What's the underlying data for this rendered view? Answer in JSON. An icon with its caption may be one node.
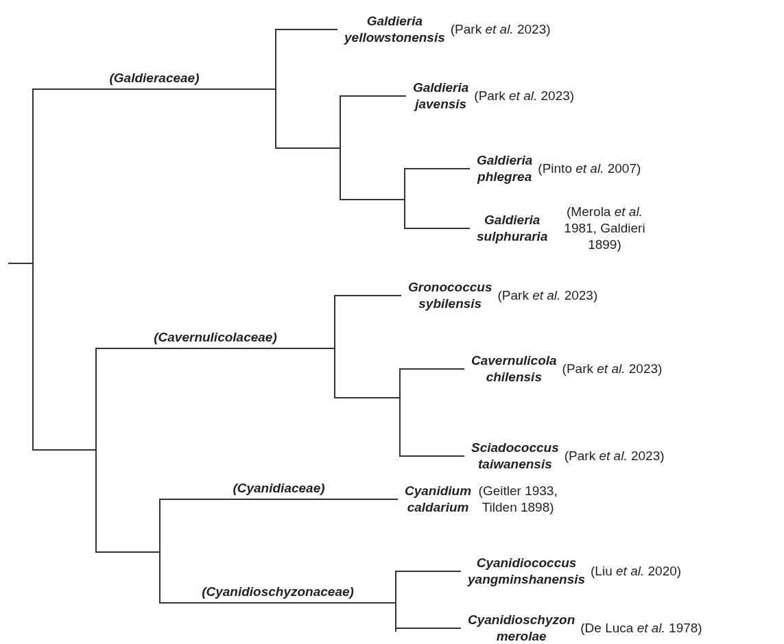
{
  "diagram": {
    "nodes": [
      {
        "text": [],
        "shape": "bar"
      },
      {
        "text": [],
        "shape": "bar"
      },
      {
        "text": [
          "Galdieria yellowstonensis"
        ],
        "beside": [
          "(Park *et al.* 2023)"
        ]
      },
      {
        "text": [],
        "shape": "bar"
      },
      {
        "text": [
          "Galdieria javensis"
        ],
        "beside": [
          "(Park *et al.* 2023)"
        ]
      },
      {
        "text": [],
        "shape": "bar"
      },
      {
        "text": [
          "Galdieria phlegrea"
        ],
        "beside": [
          "(Pinto *et al.* 2007)"
        ]
      },
      {
        "text": [
          "Galdieria sulphuraria"
        ],
        "beside": [
          "(Merola *et al.* 1981, Galdieri 1899)"
        ]
      },
      {
        "text": [],
        "shape": "bar"
      },
      {
        "text": [],
        "shape": "bar"
      },
      {
        "text": [
          "Gronococcus sybilensis"
        ],
        "beside": [
          "(Park *et al.* 2023)"
        ]
      },
      {
        "text": [],
        "shape": "bar"
      },
      {
        "text": [
          "Cavernulicola chilensis"
        ],
        "beside": [
          "(Park *et al.* 2023)"
        ]
      },
      {
        "text": [
          "Sciadococcus taiwanensis"
        ],
        "beside": [
          "(Park *et al.* 2023)"
        ]
      },
      {
        "text": [],
        "shape": "bar"
      },
      {
        "text": [
          "Cyanidium caldarium"
        ],
        "beside": [
          "(Geitler 1933, Tilden 1898)"
        ]
      },
      {
        "text": [],
        "shape": "bar"
      },
      {
        "text": [
          "Cyanidiococcus yangminshanensis"
        ],
        "beside": [
          "(Liu *et al.* 2020)"
        ]
      },
      {
        "text": [
          "Cyanidioschyzon merolae"
        ],
        "beside": [
          "(De Luca *et al.* 1978)"
        ]
      }
    ],
    "edges": [
      {
        "from": null,
        "to": 0,
        "arrow": "none"
      },
      {
        "from": 0,
        "to": 1,
        "arrow": "none",
        "label": "(Galdieraceae)"
      },
      {
        "from": 1,
        "to": 2,
        "arrow": "none"
      },
      {
        "from": 1,
        "to": 3,
        "arrow": "none"
      },
      {
        "from": 3,
        "to": 4,
        "arrow": "none"
      },
      {
        "from": 3,
        "to": 5,
        "arrow": "none"
      },
      {
        "from": 5,
        "to": 6,
        "arrow": "none"
      },
      {
        "from": 5,
        "to": 7,
        "arrow": "none"
      },
      {
        "from": 0,
        "to": 8,
        "arrow": "none"
      },
      {
        "from": 8,
        "to": 9,
        "arrow": "none",
        "label": "(Cavernulicolaceae)"
      },
      {
        "from": 9,
        "to": 10,
        "arrow": "none"
      },
      {
        "from": 9,
        "to": 11,
        "arrow": "none"
      },
      {
        "from": 11,
        "to": 12,
        "arrow": "none"
      },
      {
        "from": 11,
        "to": 13,
        "arrow": "none"
      },
      {
        "from": 8,
        "to": 14,
        "arrow": "none"
      },
      {
        "from": 14,
        "to": 15,
        "arrow": "none",
        "label": "(Cyanidiaceae)"
      },
      {
        "from": 14,
        "to": 16,
        "arrow": "none",
        "label": "(Cyanidioschyzonaceae)"
      },
      {
        "from": 16,
        "to": 17,
        "arrow": "none"
      },
      {
        "from": 16,
        "to": 18,
        "arrow": "none"
      }
    ]
  }
}
